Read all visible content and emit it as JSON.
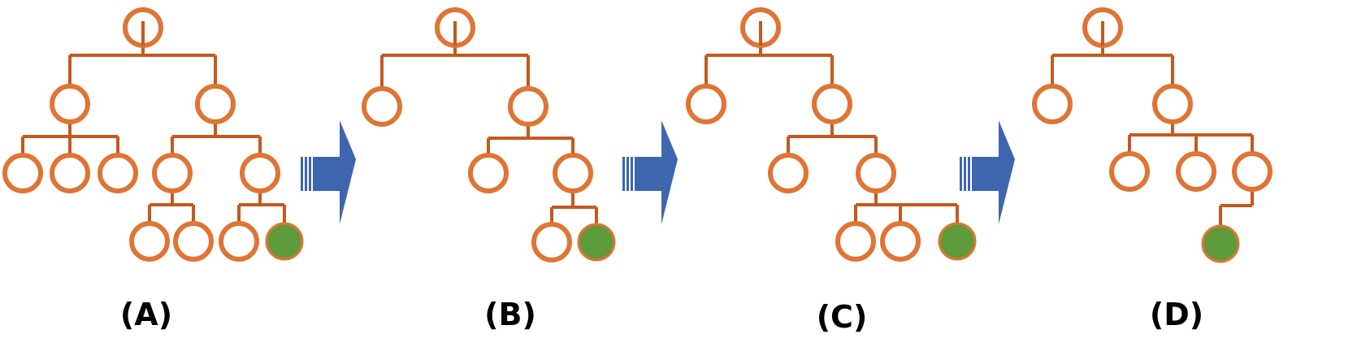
{
  "colors": {
    "node_stroke": "#E07434",
    "edge": "#C5591F",
    "node_fill": "#FFFFFF",
    "target_fill": "#5E9B3A",
    "arrow": "#3E66AF"
  },
  "panels": [
    {
      "label": "(A)",
      "tree": {
        "children": [
          {
            "children": [
              {},
              {},
              {}
            ]
          },
          {
            "children": [
              {
                "children": [
                  {},
                  {}
                ]
              },
              {
                "children": [
                  {},
                  {
                    "target": true
                  }
                ]
              }
            ]
          }
        ]
      }
    },
    {
      "label": "(B)",
      "tree": {
        "children": [
          {},
          {
            "children": [
              {},
              {
                "children": [
                  {},
                  {
                    "target": true
                  }
                ]
              }
            ]
          }
        ]
      }
    },
    {
      "label": "(C)",
      "tree": {
        "children": [
          {},
          {
            "children": [
              {},
              {
                "children": [
                  {},
                  {},
                  {
                    "target": true
                  }
                ]
              }
            ]
          }
        ]
      }
    },
    {
      "label": "(D)",
      "tree": {
        "children": [
          {},
          {
            "children": [
              {},
              {},
              {
                "children": [
                  {
                    "target": true
                  }
                ]
              }
            ]
          }
        ]
      }
    }
  ],
  "transition_icon": "block-arrow-right-icon"
}
